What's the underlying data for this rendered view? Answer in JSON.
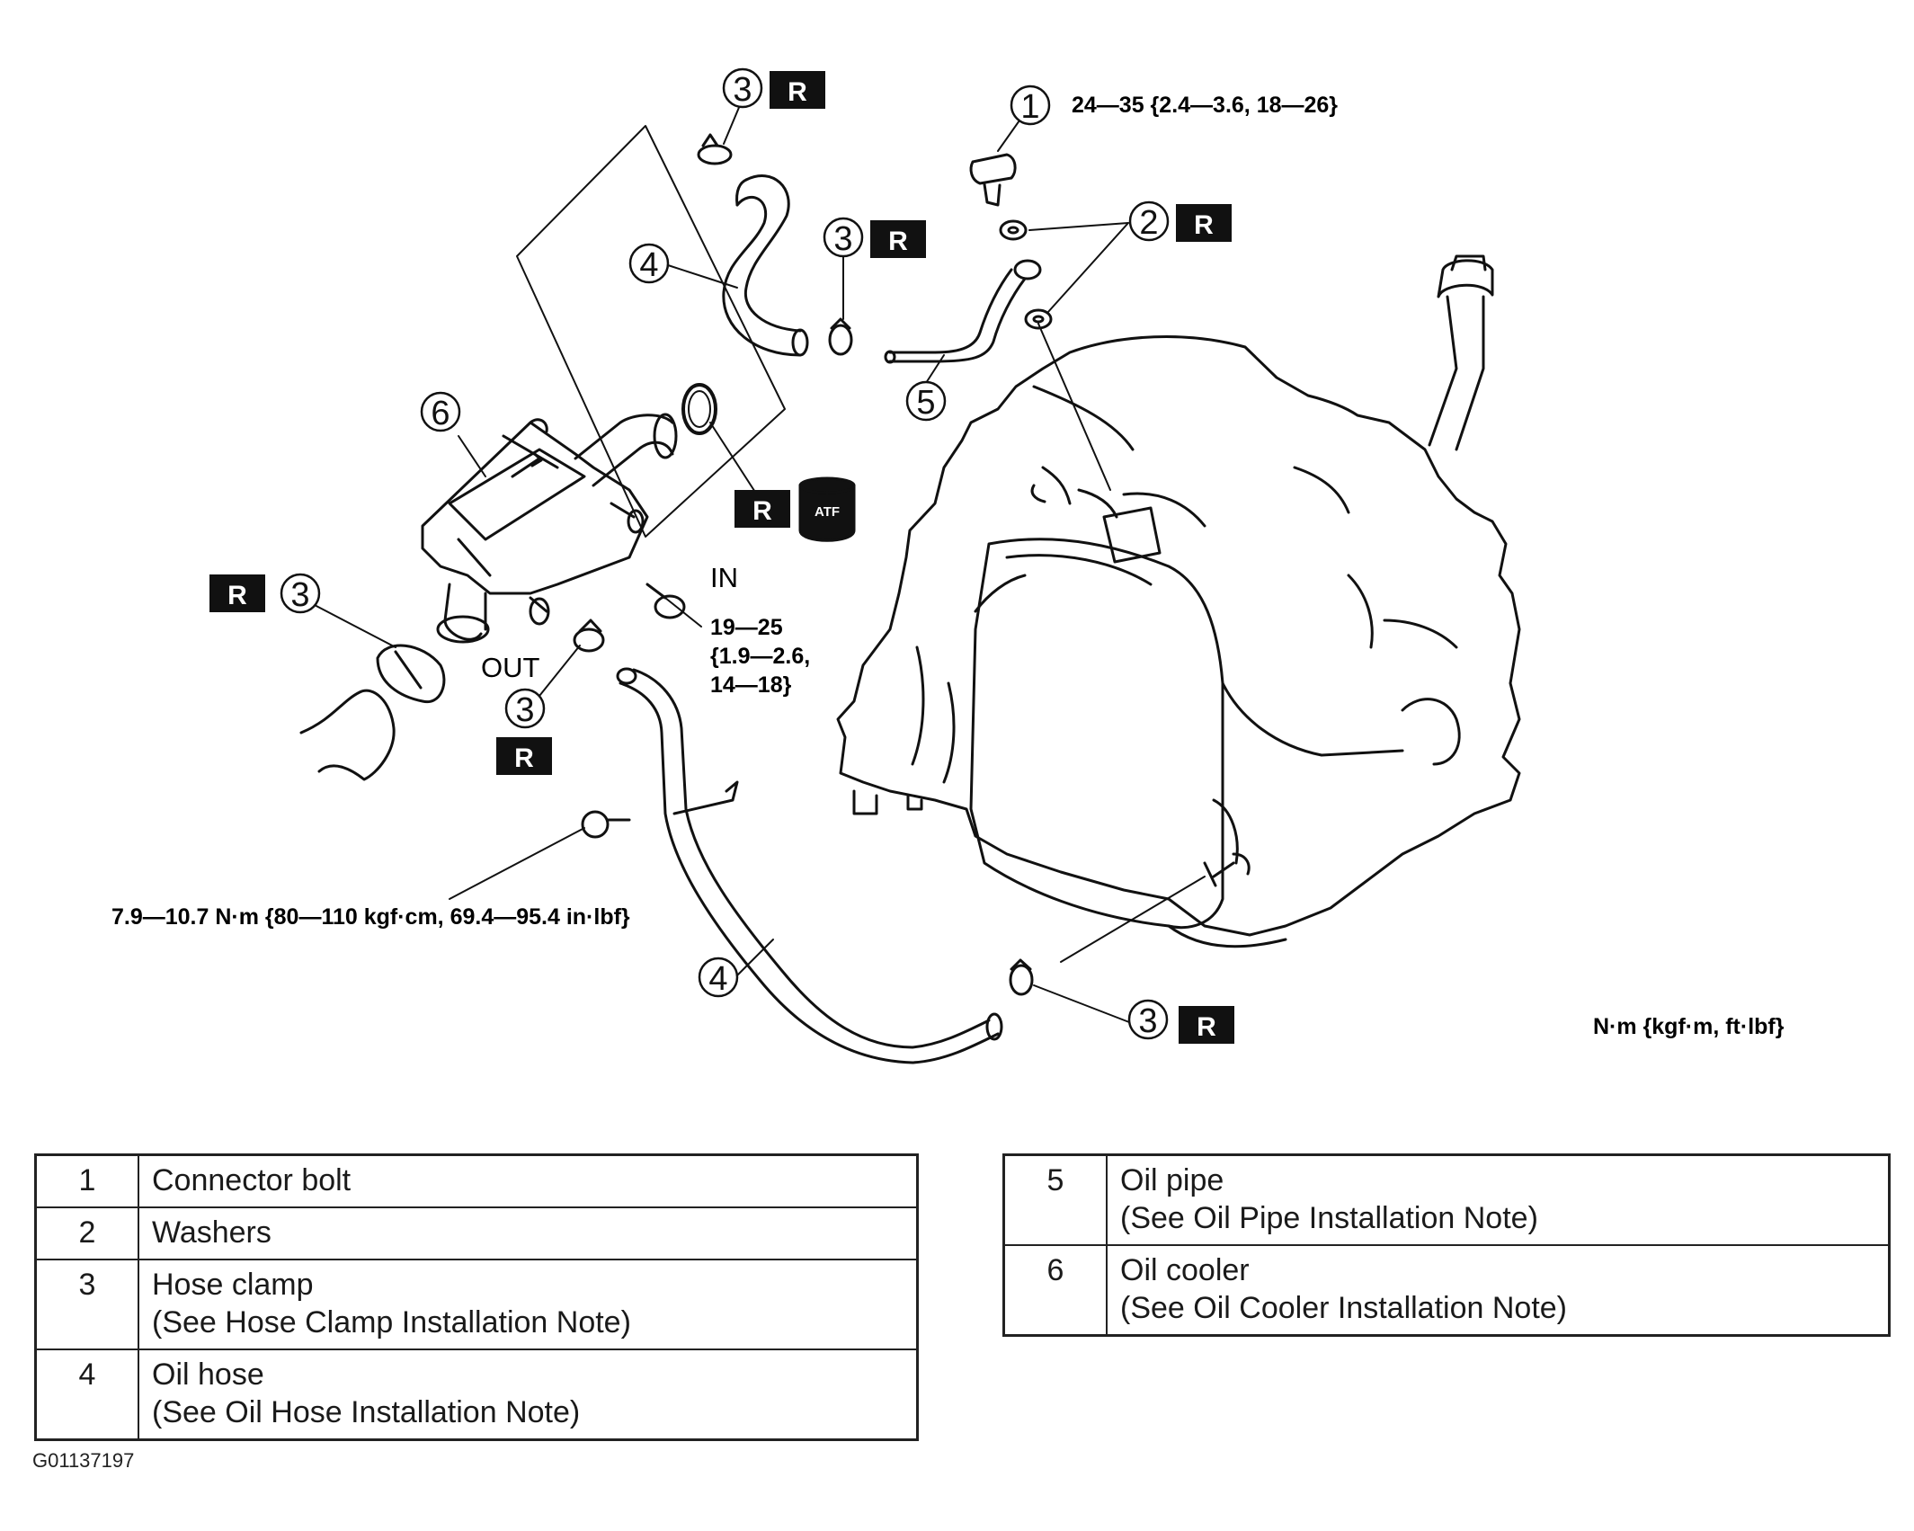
{
  "callouts": {
    "c1": "1",
    "c2": "2",
    "c3a": "3",
    "c3b": "3",
    "c3c": "3",
    "c3d": "3",
    "c3e": "3",
    "c4a": "4",
    "c4b": "4",
    "c5": "5",
    "c6": "6"
  },
  "r_mark": "R",
  "atf_label": "ATF",
  "ports": {
    "in": "IN",
    "out": "OUT"
  },
  "torque": {
    "connector_bolt": "24—35 {2.4—3.6, 18—26}",
    "cooler_bolt_1": "19—25",
    "cooler_bolt_2": "{1.9—2.6,",
    "cooler_bolt_3": "14—18}",
    "bracket_bolt": "7.9—10.7 N·m {80—110 kgf·cm, 69.4—95.4 in·lbf}",
    "unit_legend": "N·m {kgf·m, ft·lbf}"
  },
  "parts_left": [
    {
      "num": "1",
      "name": "Connector bolt",
      "note": ""
    },
    {
      "num": "2",
      "name": "Washers",
      "note": ""
    },
    {
      "num": "3",
      "name": "Hose clamp",
      "note": "(See Hose Clamp Installation Note)"
    },
    {
      "num": "4",
      "name": "Oil hose",
      "note": "(See Oil Hose Installation Note)"
    }
  ],
  "parts_right": [
    {
      "num": "5",
      "name": "Oil pipe",
      "note": "(See Oil Pipe Installation Note)"
    },
    {
      "num": "6",
      "name": "Oil cooler",
      "note": "(See Oil Cooler Installation Note)"
    }
  ],
  "figure_id": "G01137197"
}
